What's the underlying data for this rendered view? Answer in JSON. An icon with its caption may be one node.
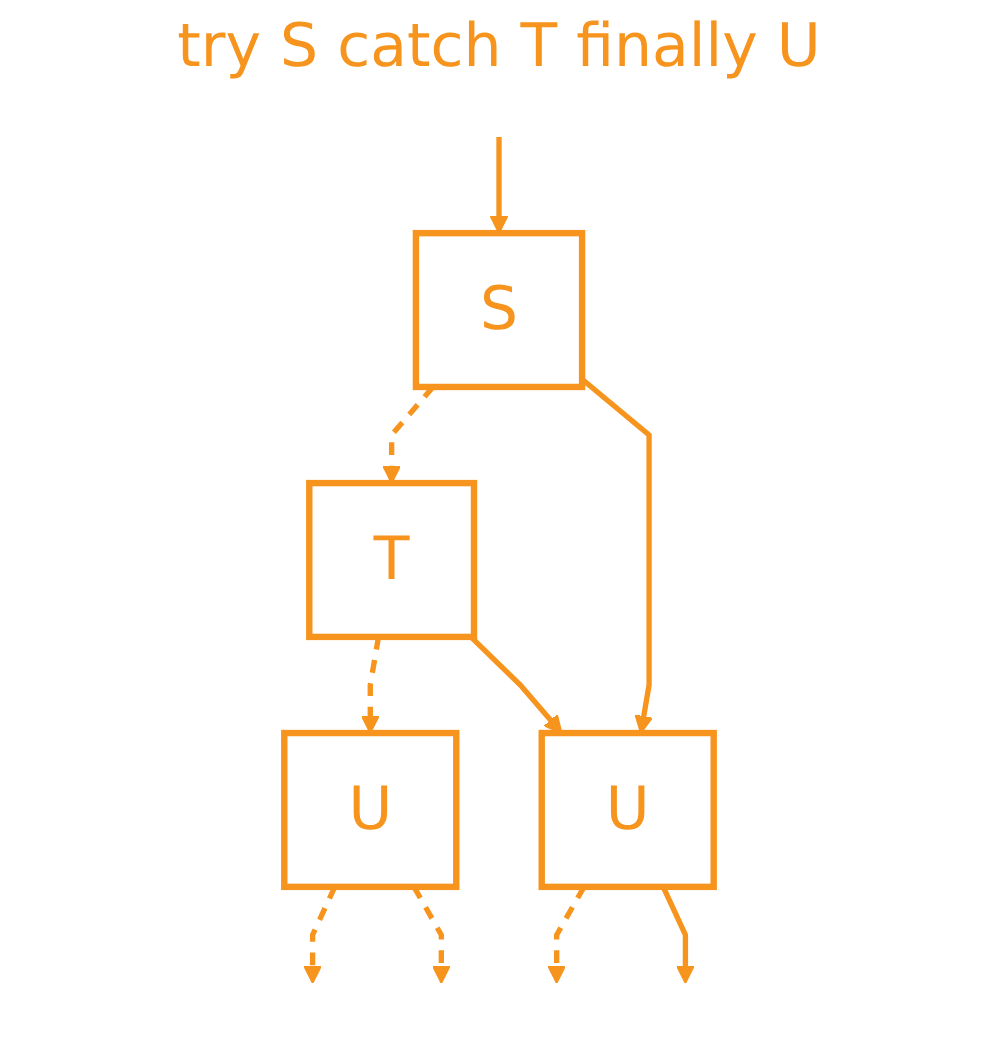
{
  "diagram": {
    "title": "try S catch T finally U",
    "nodes": [
      {
        "text": [
          "S"
        ]
      },
      {
        "text": [
          "T"
        ]
      },
      {
        "text": [
          "U"
        ]
      },
      {
        "text": [
          "U"
        ]
      }
    ],
    "edges": [
      {
        "from": null,
        "to": 0,
        "arrow": "to"
      },
      {
        "from": 0,
        "to": 1,
        "arrow": "to",
        "style": "dashed"
      },
      {
        "from": 1,
        "to": 2,
        "arrow": "to",
        "style": "dashed"
      },
      {
        "from": 0,
        "to": 3,
        "arrow": "to"
      },
      {
        "from": 1,
        "to": 3,
        "arrow": "to"
      },
      {
        "from": 3,
        "to": null,
        "arrow": "to",
        "style": "dashed"
      },
      {
        "from": 2,
        "to": null,
        "arrow": "to",
        "style": "dashed"
      },
      {
        "from": 2,
        "to": null,
        "arrow": "to",
        "style": "dashed"
      },
      {
        "from": 3,
        "to": null,
        "arrow": "to"
      }
    ]
  }
}
